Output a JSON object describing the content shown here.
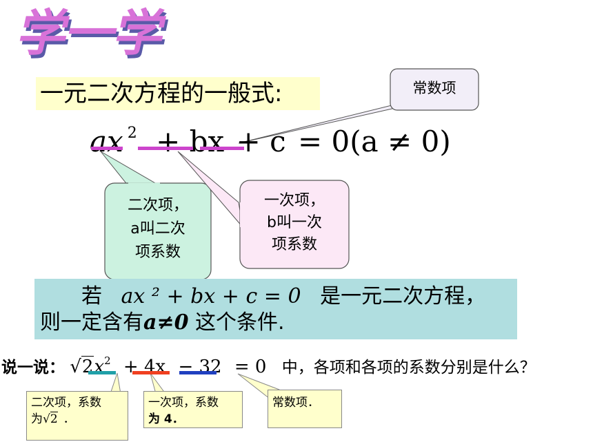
{
  "title": "学一学",
  "heading": "一元二次方程的一般式:",
  "formula": {
    "ax": "ax",
    "exp": "2",
    "bx": "+ bx",
    "c": "+ c",
    "rest": "= 0(a ≠ 0)"
  },
  "callouts": {
    "constant": "常数项",
    "quadratic": [
      "二次项，",
      "a叫二次",
      "项系数"
    ],
    "linear": [
      "一次项，",
      "b叫一次",
      "项系数"
    ]
  },
  "condition": {
    "prefix": "若",
    "equation": "ax ² + bx + c = 0",
    "suffix": "是一元二次方程，",
    "line2_prefix": "则一定含有",
    "emph": "a≠0",
    "line2_suffix": " 这个条件."
  },
  "say": {
    "prefix": "说一说：",
    "radicand": "2",
    "x": "x",
    "exp": "2",
    "term2": "+ 4x",
    "term3": "− 32",
    "equals": "= 0",
    "suffix": "中，各项和各项的系数分别是什么？"
  },
  "notes": {
    "quadratic_line1": "二次项，系数",
    "quadratic_line2_prefix": "为",
    "quadratic_radicand": "2",
    "quadratic_suffix": "．",
    "linear_line1": "一次项，系数",
    "linear_line2": "为 4．",
    "constant": "常数项．"
  },
  "colors": {
    "title": "#d872d8",
    "title_shadow": "#5a5aa8",
    "underline_formula": "#cc44cc",
    "heading_bg": "#ffffcc",
    "callout_green": "#ccf2e0",
    "callout_pink": "#fce8f6",
    "callout_lavender": "#f2eef8",
    "condition_bg": "#b0dee0",
    "underline_teal": "#20a0a8",
    "underline_red": "#f04020",
    "underline_blue": "#2040c0"
  }
}
